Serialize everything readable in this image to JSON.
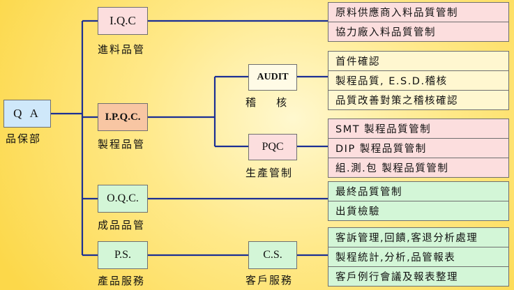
{
  "colors": {
    "line": "#1b2f94",
    "pink": "#fcdede",
    "cream": "#fff7d0",
    "green": "#d3f6d7",
    "blue": "#d8ebfa"
  },
  "root": {
    "code": "Q A",
    "label": "品保部"
  },
  "nodes": {
    "iqc": {
      "code": "I.Q.C",
      "label": "進料品管"
    },
    "ipqc": {
      "code": "I.P.Q.C.",
      "label": "製程品管"
    },
    "oqc": {
      "code": "O.Q.C.",
      "label": "成品品管"
    },
    "ps": {
      "code": "P.S.",
      "label": "產品服務"
    },
    "audit": {
      "code": "AUDIT",
      "label": "稽    核"
    },
    "pqc": {
      "code": "PQC",
      "label": "生產管制"
    },
    "cs": {
      "code": "C.S.",
      "label": "客戶服務"
    }
  },
  "tasks": {
    "iqc": [
      "原料供應商入料品質管制",
      "協力廠入料品質管制"
    ],
    "audit": [
      "首件確認",
      "製程品質, E.S.D.稽核",
      "品質改善對策之稽核確認"
    ],
    "pqc": [
      "SMT 製程品質管制",
      "DIP 製程品質管制",
      "組.測.包 製程品質管制"
    ],
    "oqc": [
      "最終品質管制",
      "出貨檢驗"
    ],
    "cs": [
      "客訴管理,回饋,客退分析處理",
      "製程統計,分析,品管報表",
      "客戶例行會議及報表整理"
    ]
  }
}
